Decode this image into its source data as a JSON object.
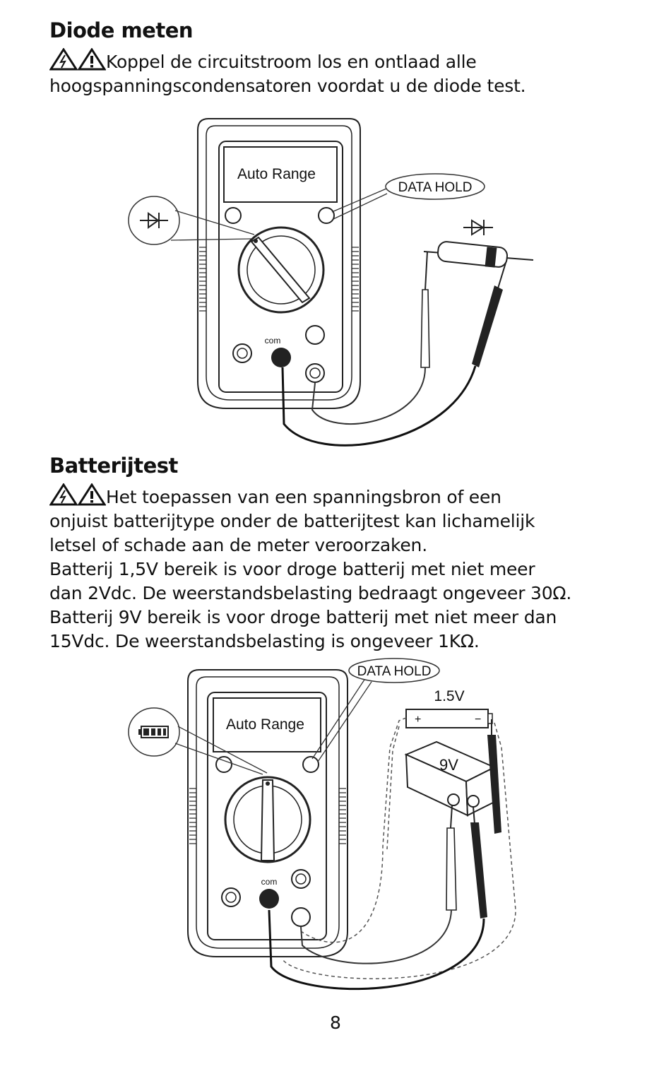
{
  "sections": {
    "diode": {
      "title": "Diode meten",
      "warning": "Koppel de circuitstroom los en ontlaad alle",
      "warning_line2": "hoogspanningscondensatoren voordat u de diode test."
    },
    "battery": {
      "title": "Batterijtest",
      "lines": [
        "Het toepassen van een spanningsbron of een",
        "onjuist batterijtype onder de batterijtest kan lichamelijk",
        "letsel of schade aan de meter veroorzaken.",
        "Batterij 1,5V bereik is voor droge batterij met niet meer",
        "dan 2Vdc. De weerstandsbelasting bedraagt ongeveer 30Ω.",
        "Batterij 9V bereik is voor droge batterij met niet meer dan",
        "15Vdc. De weerstandsbelasting is ongeveer 1KΩ."
      ]
    }
  },
  "figure1": {
    "display_text": "Auto Range",
    "callout": "DATA HOLD",
    "jack_label": "com"
  },
  "figure2": {
    "display_text": "Auto Range",
    "callout": "DATA HOLD",
    "jack_label": "com",
    "battery_15_label": "1.5V",
    "battery_9_label": "9V",
    "plus": "+",
    "minus": "−"
  },
  "page_number": "8",
  "icons": [
    "electric-shock-warning-icon",
    "caution-warning-icon",
    "diode-symbol-icon",
    "battery-symbol-icon"
  ]
}
